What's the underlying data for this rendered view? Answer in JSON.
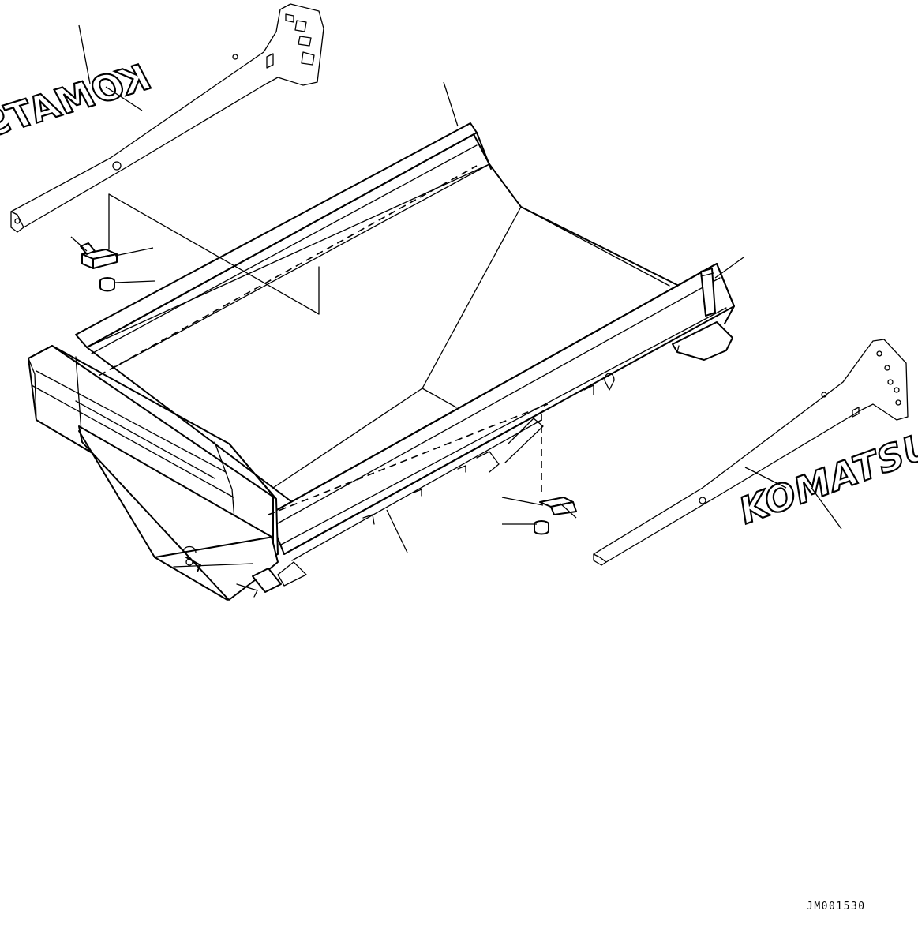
{
  "diagram": {
    "drawing_code": "JM001530",
    "logo_left": "KOMATSU",
    "logo_right": "KOMATSU"
  }
}
